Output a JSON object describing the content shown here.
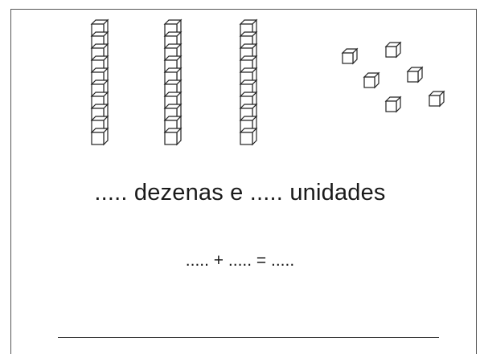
{
  "exercise": {
    "tens_count": 3,
    "units_count": 6,
    "statement": "..... dezenas e ..... unidades",
    "equation": "..... + ..... = ....."
  }
}
